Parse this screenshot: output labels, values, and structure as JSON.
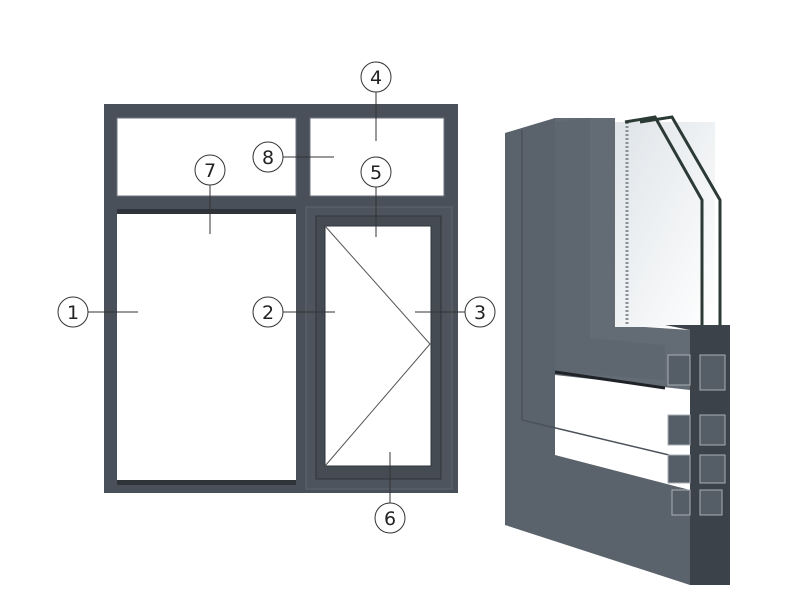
{
  "callouts": [
    {
      "label": "1"
    },
    {
      "label": "2"
    },
    {
      "label": "3"
    },
    {
      "label": "4"
    },
    {
      "label": "5"
    },
    {
      "label": "6"
    },
    {
      "label": "7"
    },
    {
      "label": "8"
    }
  ],
  "colors": {
    "frame": "#4a5059",
    "profile": "#5b636c",
    "glass_edge": "#2c3a35"
  }
}
